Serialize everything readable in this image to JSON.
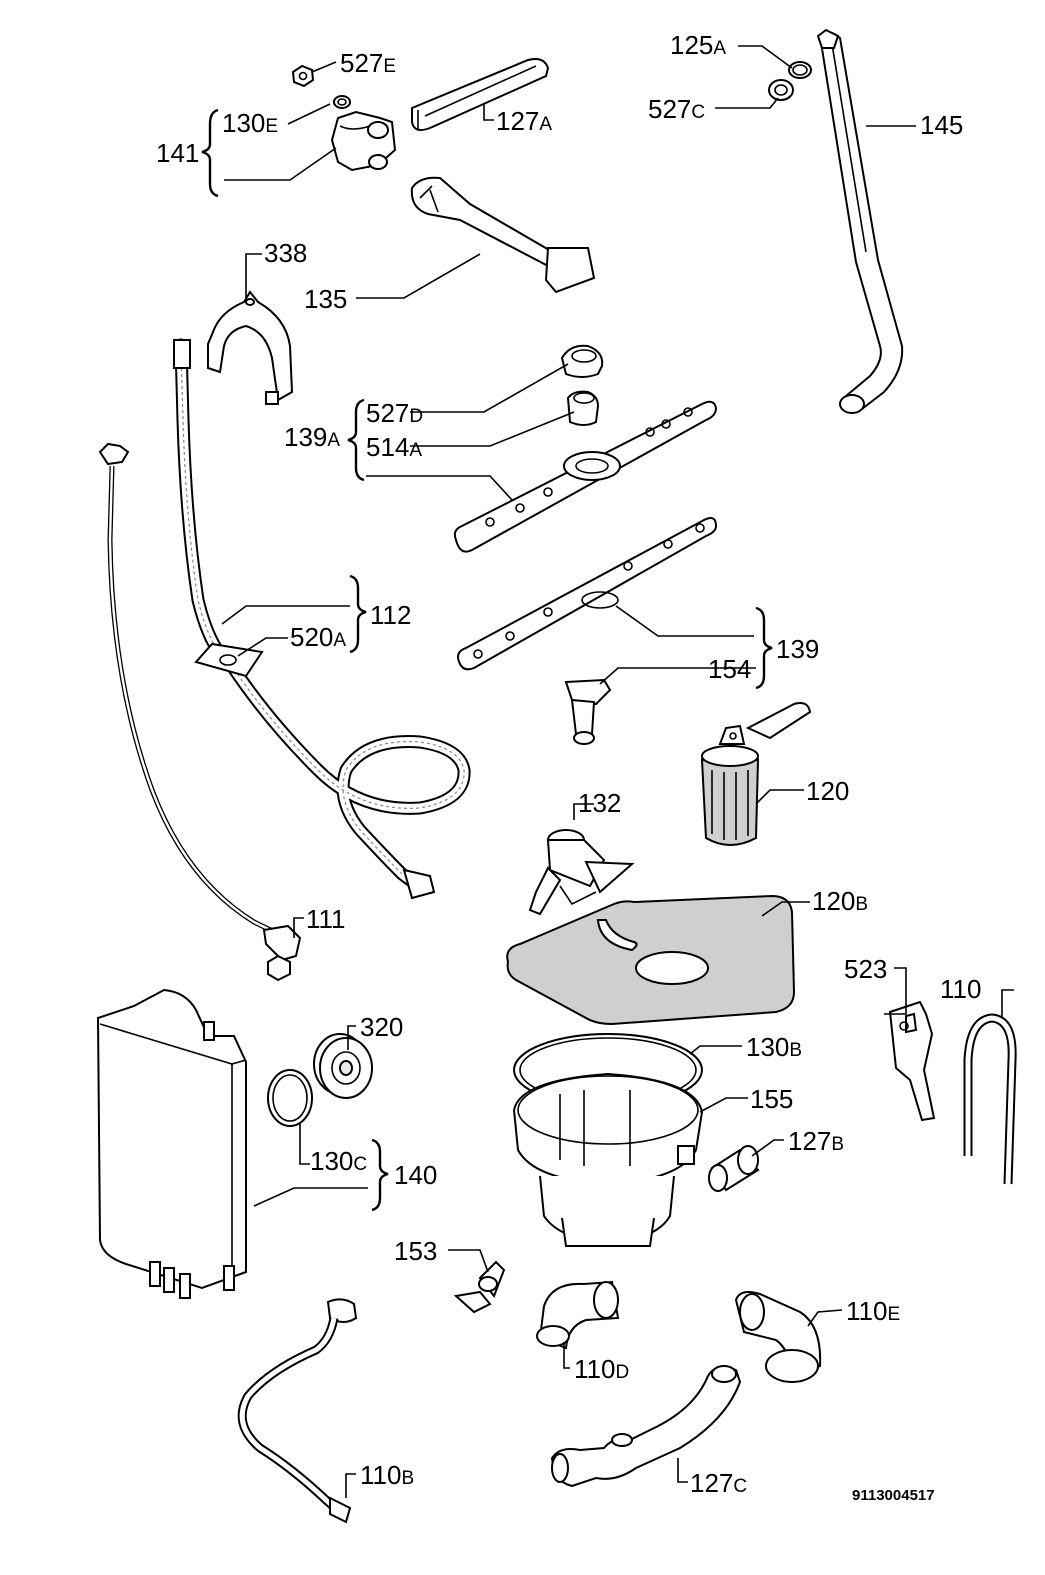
{
  "diagram": {
    "doc_code": "9113004517",
    "labels": {
      "l527E": {
        "num": "527",
        "suf": "E"
      },
      "l130E": {
        "num": "130",
        "suf": "E"
      },
      "l141": {
        "num": "141",
        "suf": ""
      },
      "l127A": {
        "num": "127",
        "suf": "A"
      },
      "l125A": {
        "num": "125",
        "suf": "A"
      },
      "l527C": {
        "num": "527",
        "suf": "C"
      },
      "l145": {
        "num": "145",
        "suf": ""
      },
      "l135": {
        "num": "135",
        "suf": ""
      },
      "l338": {
        "num": "338",
        "suf": ""
      },
      "l527D": {
        "num": "527",
        "suf": "D"
      },
      "l514A": {
        "num": "514",
        "suf": "A"
      },
      "l139A": {
        "num": "139",
        "suf": "A"
      },
      "l112": {
        "num": "112",
        "suf": ""
      },
      "l520A": {
        "num": "520",
        "suf": "A"
      },
      "l139": {
        "num": "139",
        "suf": ""
      },
      "l154": {
        "num": "154",
        "suf": ""
      },
      "l132": {
        "num": "132",
        "suf": ""
      },
      "l120": {
        "num": "120",
        "suf": ""
      },
      "l111": {
        "num": "111",
        "suf": ""
      },
      "l120B": {
        "num": "120",
        "suf": "B"
      },
      "l523": {
        "num": "523",
        "suf": ""
      },
      "l110": {
        "num": "110",
        "suf": ""
      },
      "l320": {
        "num": "320",
        "suf": ""
      },
      "l130B": {
        "num": "130",
        "suf": "B"
      },
      "l155": {
        "num": "155",
        "suf": ""
      },
      "l130C": {
        "num": "130",
        "suf": "C"
      },
      "l140": {
        "num": "140",
        "suf": ""
      },
      "l127B": {
        "num": "127",
        "suf": "B"
      },
      "l153": {
        "num": "153",
        "suf": ""
      },
      "l110D": {
        "num": "110",
        "suf": "D"
      },
      "l110E": {
        "num": "110",
        "suf": "E"
      },
      "l110B": {
        "num": "110",
        "suf": "B"
      },
      "l127C": {
        "num": "127",
        "suf": "C"
      }
    }
  }
}
